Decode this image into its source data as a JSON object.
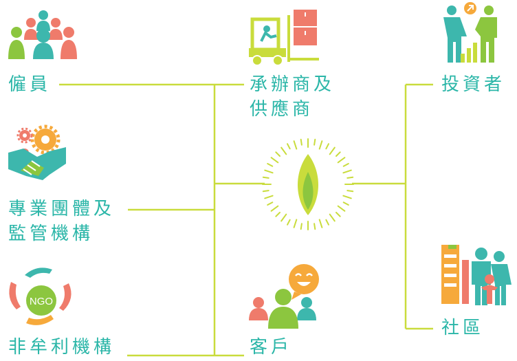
{
  "colors": {
    "connector": "#c9dc3c",
    "label": "#2bb6a8",
    "teal": "#3db7ad",
    "green": "#8cc63f",
    "coral": "#ef7b6b",
    "orange": "#f6a93b",
    "lime": "#c9dc3c"
  },
  "center": {
    "icon": "flame-icon"
  },
  "stakeholders": [
    {
      "key": "employees",
      "icon": "people-group-icon",
      "lines": [
        "僱員"
      ]
    },
    {
      "key": "contractors",
      "icon": "forklift-icon",
      "lines": [
        "承辦商及",
        "供應商"
      ]
    },
    {
      "key": "investors",
      "icon": "investor-handshake-icon",
      "lines": [
        "投資者"
      ]
    },
    {
      "key": "regulators",
      "icon": "gears-handshake-icon",
      "lines": [
        "專業團體及",
        "監管機構"
      ]
    },
    {
      "key": "ngo",
      "icon": "ngo-hands-icon",
      "icon_text": "NGO",
      "lines": [
        "非牟利機構"
      ]
    },
    {
      "key": "customers",
      "icon": "customers-chat-icon",
      "lines": [
        "客戶"
      ]
    },
    {
      "key": "community",
      "icon": "community-family-icon",
      "lines": [
        "社區"
      ]
    }
  ]
}
